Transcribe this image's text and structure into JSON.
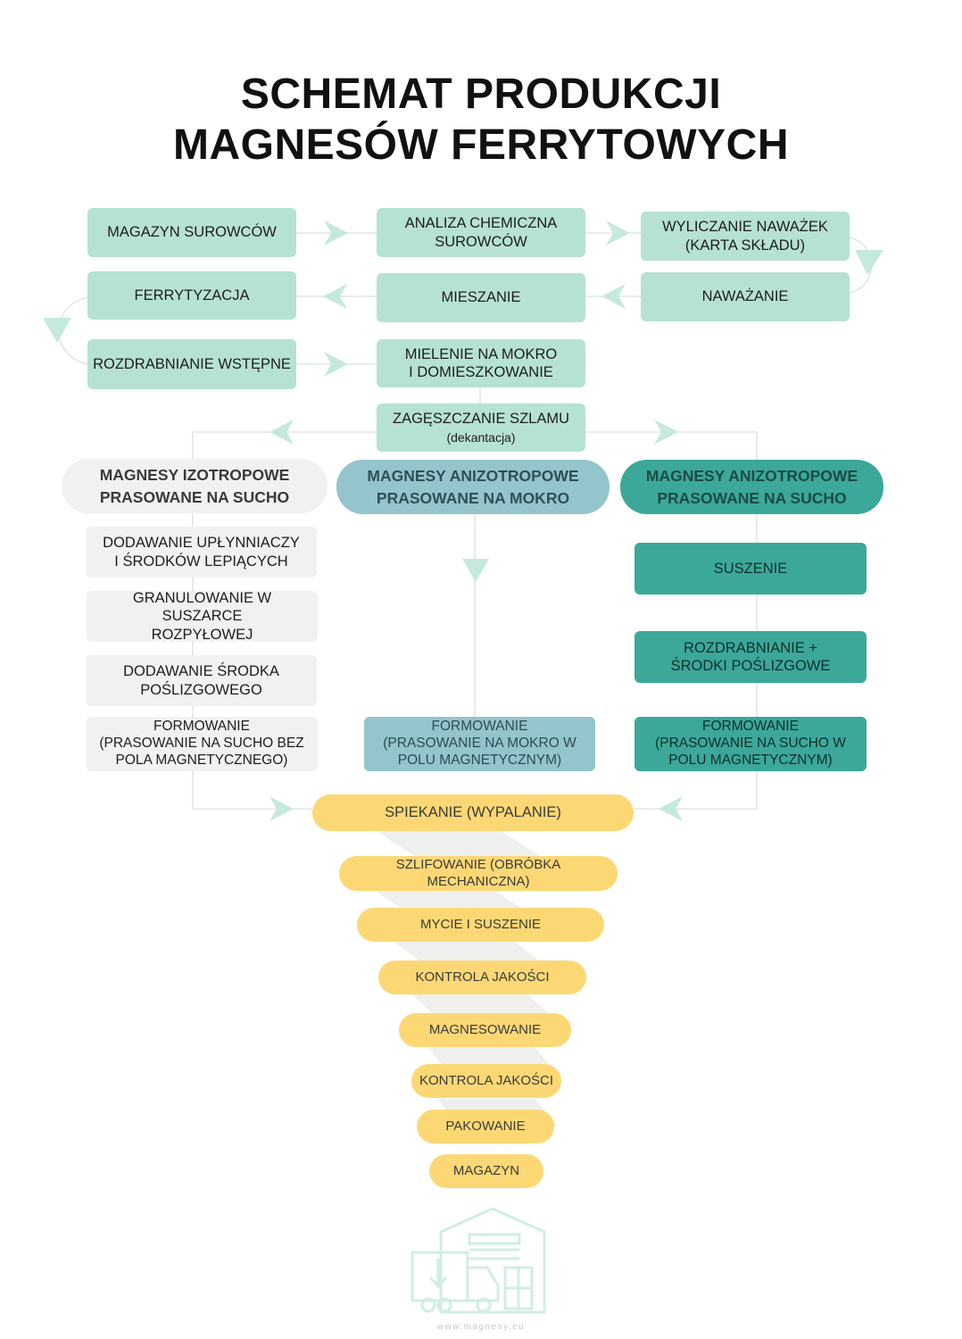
{
  "title": {
    "line1": "SCHEMAT PRODUKCJI",
    "line2": "MAGNESÓW FERRYTOWYCH"
  },
  "steps": {
    "magazyn_surowcow": "MAGAZYN SUROWCÓW",
    "analiza_l1": "ANALIZA CHEMICZNA",
    "analiza_l2": "SUROWCÓW",
    "wyliczanie_l1": "WYLICZANIE NAWAŻEK",
    "wyliczanie_l2": "(KARTA SKŁADU)",
    "ferrytyzacja": "FERRYTYZACJA",
    "mieszanie": "MIESZANIE",
    "nawazanie": "NAWAŻANIE",
    "rozdrabnianie_wstepne": "ROZDRABNIANIE WSTĘPNE",
    "mielenie_l1": "MIELENIE NA MOKRO",
    "mielenie_l2": "I DOMIESZKOWANIE",
    "zageszczanie": "ZAGĘSZCZANIE SZLAMU",
    "zageszczanie_sub": "(dekantacja)"
  },
  "branches": {
    "iso": {
      "header_l1": "MAGNESY IZOTROPOWE",
      "header_l2": "PRASOWANE NA SUCHO",
      "s1_l1": "DODAWANIE UPŁYNNIACZY",
      "s1_l2": "I ŚRODKÓW LEPIĄCYCH",
      "s2_l1": "GRANULOWANIE W SUSZARCE",
      "s2_l2": "ROZPYŁOWEJ",
      "s3_l1": "DODAWANIE ŚRODKA",
      "s3_l2": "POŚLIZGOWEGO",
      "f_l1": "FORMOWANIE",
      "f_l2": "(PRASOWANIE NA SUCHO BEZ",
      "f_l3": "POLA MAGNETYCZNEGO)"
    },
    "aniso_wet": {
      "header_l1": "MAGNESY ANIZOTROPOWE",
      "header_l2": "PRASOWANE NA MOKRO",
      "f_l1": "FORMOWANIE",
      "f_l2": "(PRASOWANIE NA MOKRO W",
      "f_l3": "POLU MAGNETYCZNYM)"
    },
    "aniso_dry": {
      "header_l1": "MAGNESY ANIZOTROPOWE",
      "header_l2": "PRASOWANE NA SUCHO",
      "s1": "SUSZENIE",
      "s2_l1": "ROZDRABNIANIE +",
      "s2_l2": "ŚRODKI POŚLIZGOWE",
      "f_l1": "FORMOWANIE",
      "f_l2": "(PRASOWANIE NA SUCHO W",
      "f_l3": "POLU MAGNETYCZNYM)"
    }
  },
  "final_steps": {
    "spiekanie": "SPIEKANIE (WYPALANIE)",
    "szlifowanie": "SZLIFOWANIE (OBRÓBKA MECHANICZNA)",
    "mycie": "MYCIE I SUSZENIE",
    "kontrola1": "KONTROLA JAKOŚCI",
    "magnesowanie": "MAGNESOWANIE",
    "kontrola2": "KONTROLA JAKOŚCI",
    "pakowanie": "PAKOWANIE",
    "magazyn": "MAGAZYN"
  },
  "footer": "www.magnesy.eu",
  "icons": [
    "warehouse-truck-icon",
    "arrow-right-icon",
    "arrow-left-icon",
    "arrow-down-icon",
    "curved-arrow-icon"
  ],
  "colors": {
    "mint": "#b6e2d3",
    "grey": "#f1f1ef",
    "blue": "#94c4cc",
    "teal": "#3ba89a",
    "yellow": "#fcd875",
    "arrow": "#c6e9dd"
  }
}
